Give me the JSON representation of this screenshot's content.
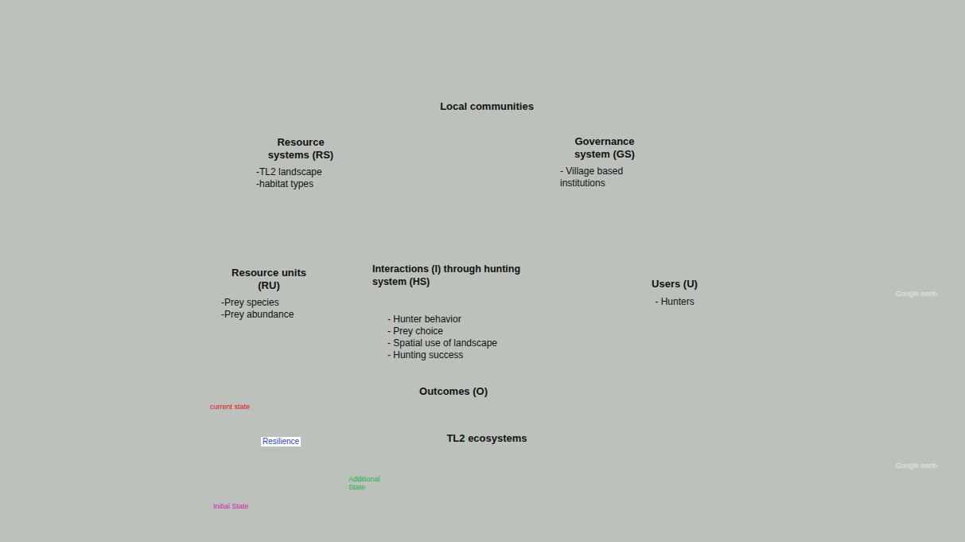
{
  "diagram": {
    "nodes": [
      {
        "text": [
          "Local communities",
          "TL2 ecosystems"
        ]
      },
      {
        "text": [
          "Resource systems (RS)",
          "-TL2 landscape",
          "-habitat types"
        ],
        "in": 0
      },
      {
        "text": [
          "Governance system (GS)",
          "- Village based institutions"
        ],
        "in": 0
      },
      {
        "text": [
          "Interactions (I) through hunting system (HS)"
        ],
        "in": 0
      },
      {
        "text": [
          "- Hunter behavior",
          "- Prey choice",
          "- Spatial use of landscape",
          "- Hunting success"
        ],
        "in": 3
      },
      {
        "text": [
          "Resource units (RU)",
          "-Prey species",
          "-Prey abundance"
        ],
        "in": 0
      },
      {
        "text": [
          "Users (U)",
          "- Hunters"
        ],
        "in": 0
      },
      {
        "text": [
          "Outcomes (O)"
        ],
        "in": 0
      }
    ],
    "edges": [
      {
        "from": 1,
        "to": 3,
        "arrow": "both"
      },
      {
        "from": 2,
        "to": 3,
        "arrow": "both"
      },
      {
        "from": 5,
        "to": 3,
        "arrow": "both"
      },
      {
        "from": 6,
        "to": 3,
        "arrow": "both"
      },
      {
        "from": 1,
        "to": 5,
        "arrow": "both"
      },
      {
        "from": 2,
        "to": 6,
        "arrow": "both"
      },
      {
        "from": 3,
        "to": 7,
        "arrow": "to"
      },
      {
        "from": 7,
        "to": 5,
        "arrow": "to"
      },
      {
        "from": 7,
        "to": 1,
        "arrow": "to"
      },
      {
        "from": 7,
        "to": 6,
        "arrow": "to"
      },
      {
        "from": 7,
        "to": 2,
        "arrow": "to"
      }
    ],
    "labels": [
      "current state",
      "Resilience",
      "Initial State",
      "Additional State",
      "Google earth",
      "Google earth"
    ]
  }
}
